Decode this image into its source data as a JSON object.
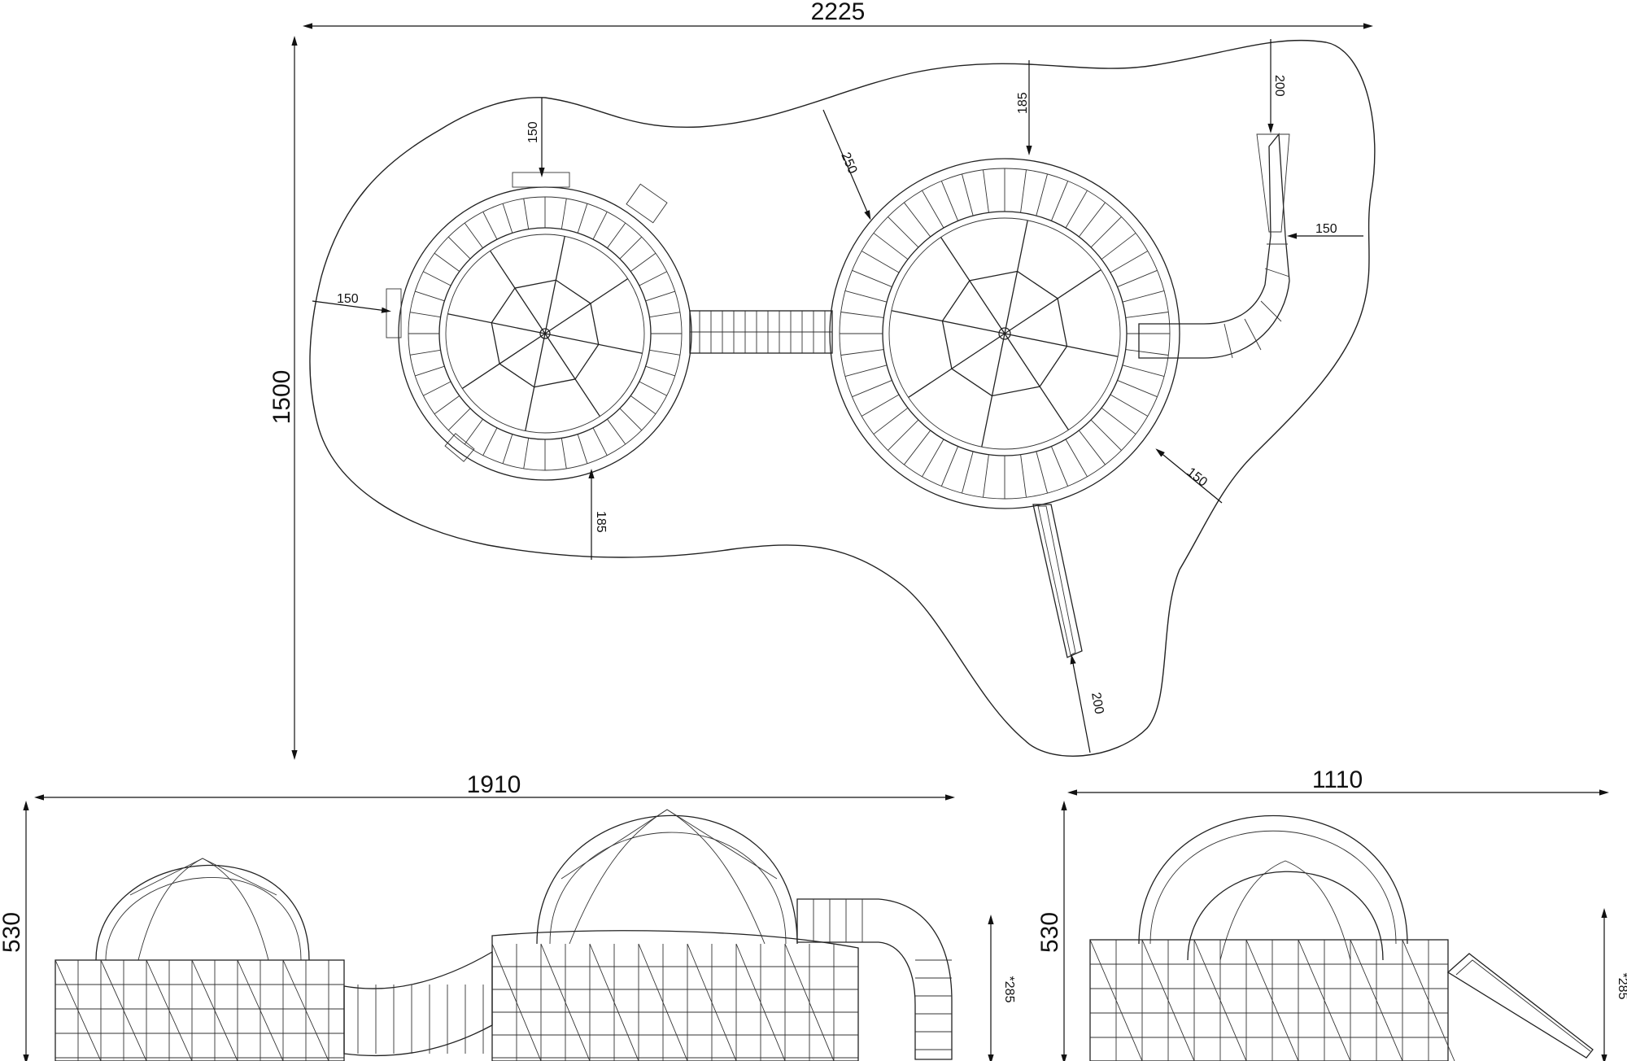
{
  "drawing": {
    "plan_view": {
      "overall_width": "2225",
      "overall_depth": "1500",
      "safety_clearances": {
        "top_left": "150",
        "left": "150",
        "bottom_left": "185",
        "diagonal_top": "250",
        "top_right": "185",
        "slide_top": "200",
        "slide_right": "150",
        "bottom_right": "150",
        "slide_bottom": "200"
      }
    },
    "front_elevation": {
      "width": "1910",
      "height": "530",
      "platform_height": "*285"
    },
    "side_elevation": {
      "width": "1110",
      "height": "530",
      "platform_height": "*285"
    }
  }
}
